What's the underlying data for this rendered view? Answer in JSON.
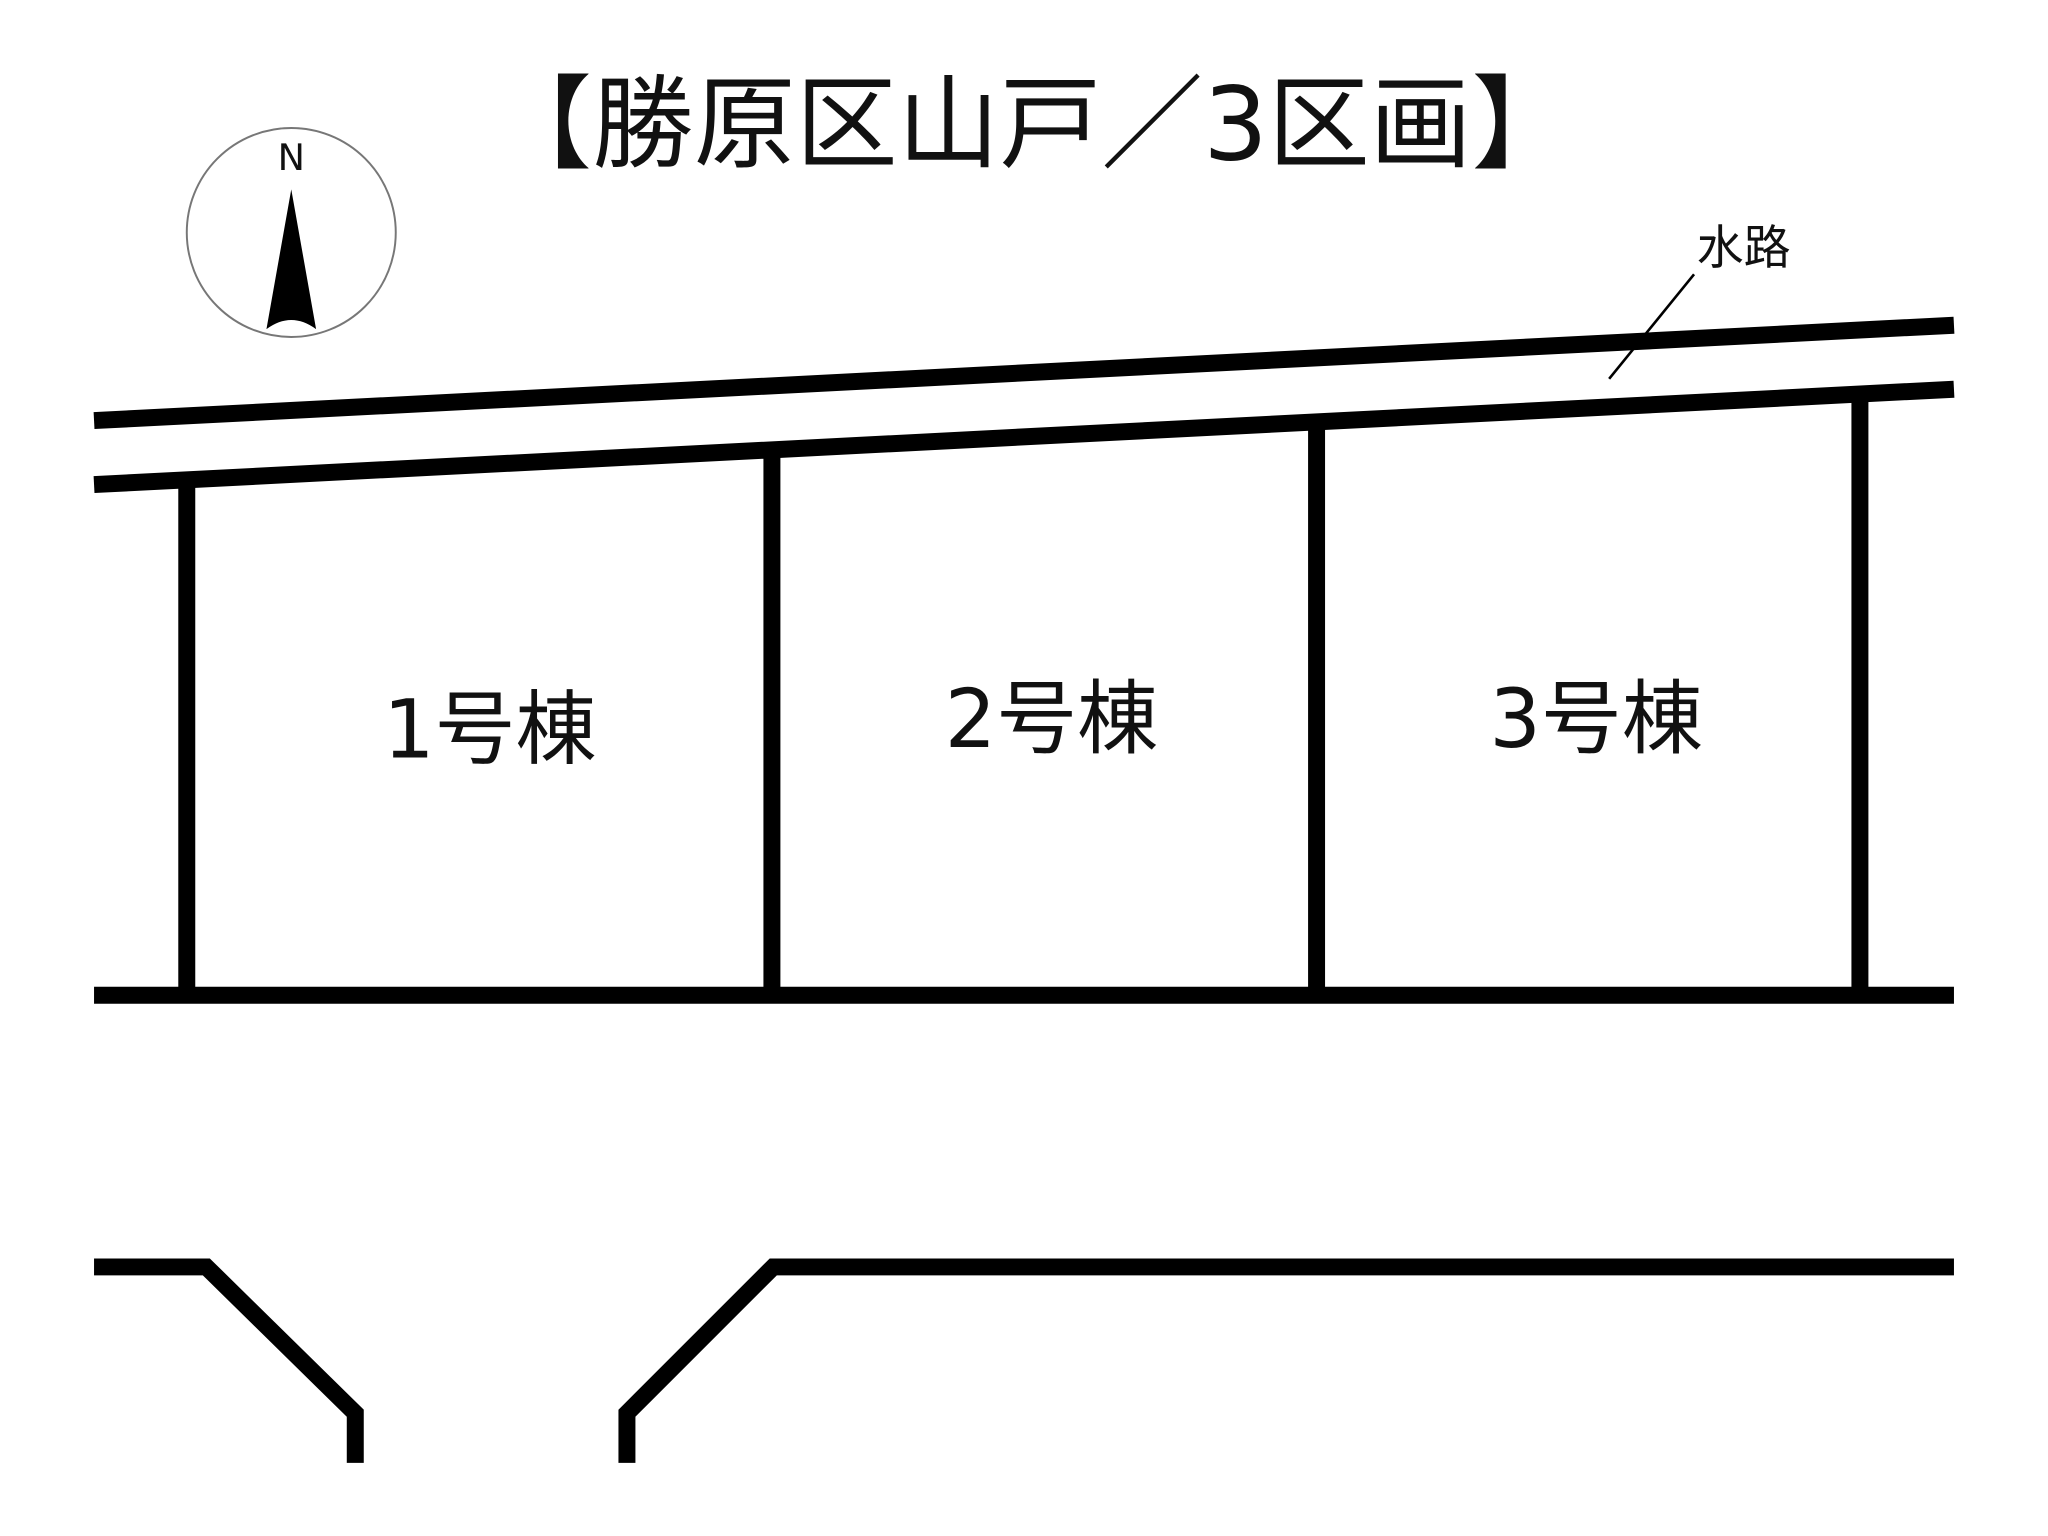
{
  "title": "【勝原区山戸／3区画】",
  "compass": {
    "label": "N"
  },
  "waterway_label": "水路",
  "lots": [
    {
      "label": "1号棟"
    },
    {
      "label": "2号棟"
    },
    {
      "label": "3号棟"
    }
  ],
  "colors": {
    "line": "#000000",
    "background": "#ffffff"
  }
}
